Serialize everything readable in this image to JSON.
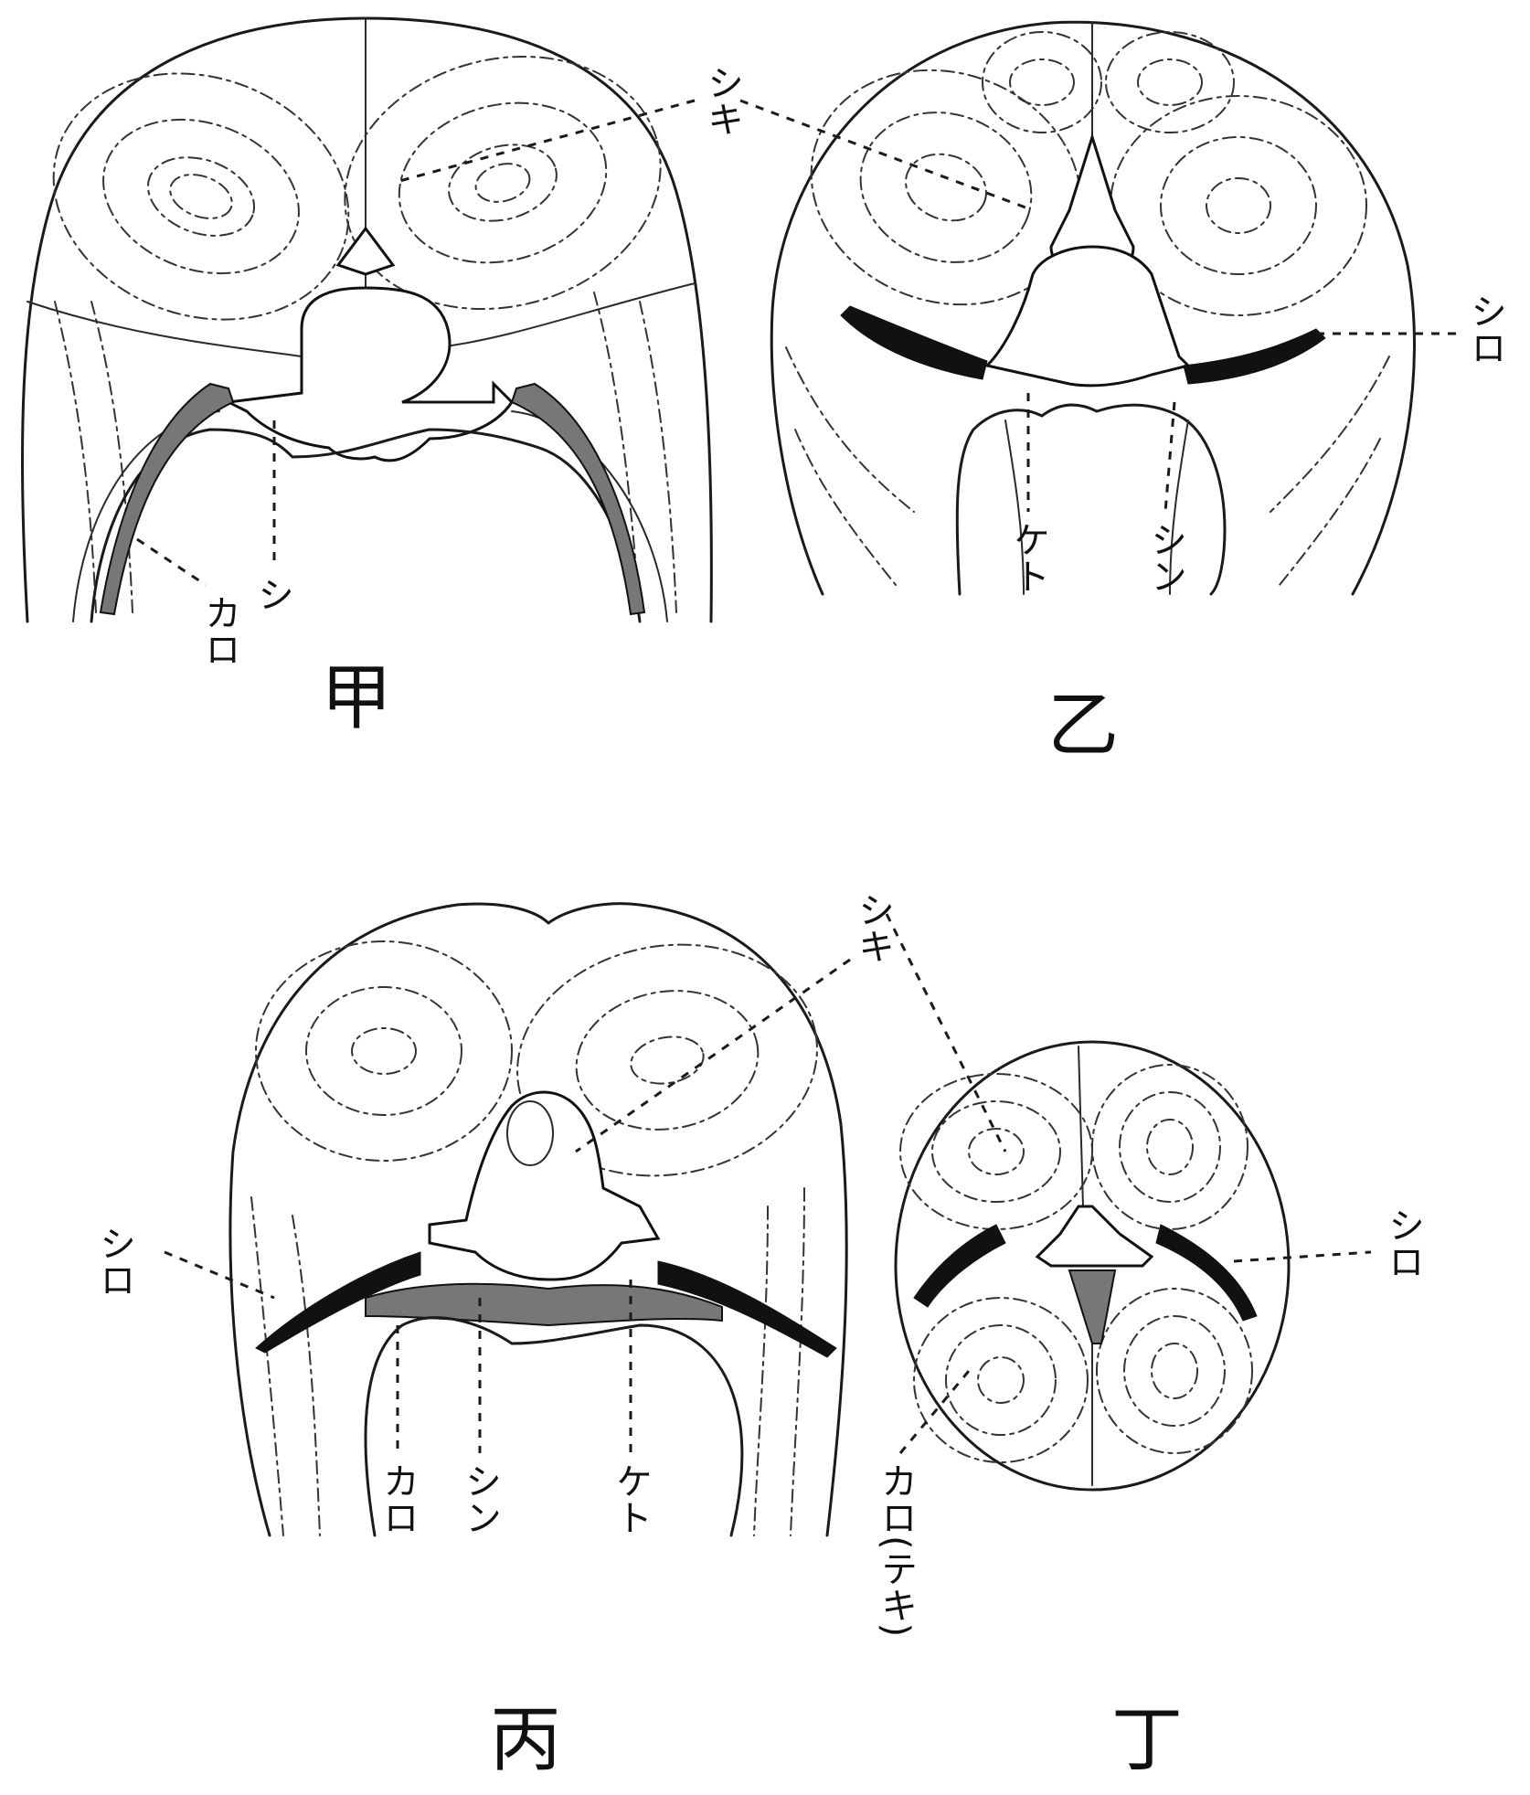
{
  "panels": [
    {
      "id": "A",
      "label": "甲"
    },
    {
      "id": "B",
      "label": "乙"
    },
    {
      "id": "C",
      "label": "丙"
    },
    {
      "id": "D",
      "label": "丁"
    }
  ],
  "labels": {
    "A": {
      "ka": "カロ",
      "shi": "シ"
    },
    "B": {
      "shiki": "シキ",
      "shiro": "シロ",
      "keto": "ケト",
      "shin": "シン"
    },
    "C": {
      "shiki": "シキ",
      "shiro": "シロ",
      "karo": "カロ",
      "shin": "シン",
      "keto": "ケト"
    },
    "D": {
      "shiro": "シロ",
      "karo_note": "カロ(テキ)"
    }
  },
  "colors": {
    "ink": "#111111",
    "paper": "#ffffff",
    "hatch": "#777777"
  }
}
